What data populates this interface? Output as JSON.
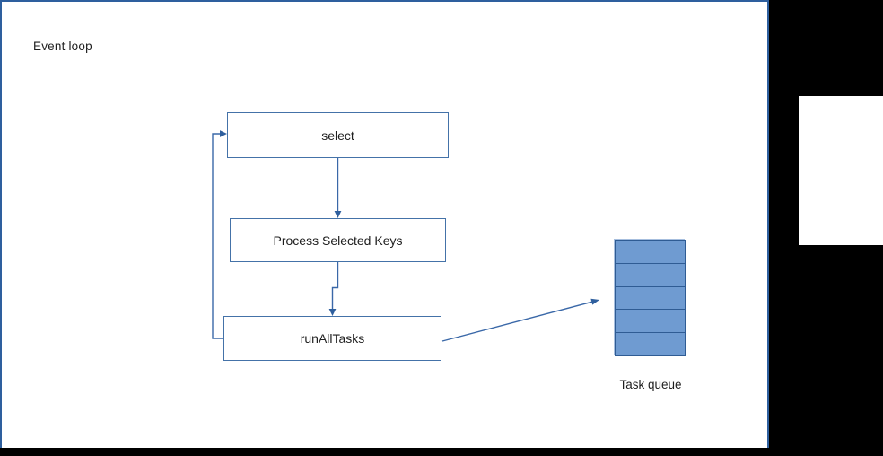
{
  "diagram": {
    "title": "Event loop",
    "nodes": [
      {
        "id": "select",
        "label": "select"
      },
      {
        "id": "process-selected-keys",
        "label": "Process Selected Keys"
      },
      {
        "id": "run-all-tasks",
        "label": "runAllTasks"
      }
    ],
    "task_queue": {
      "label": "Task queue",
      "cell_count": 5
    }
  },
  "colors": {
    "backdrop": "#000000",
    "page_background": "#ffffff",
    "accent_blue": "#2e5f9e",
    "box_border_blue": "#4472a8",
    "connector_blue": "#3a68a8",
    "queue_fill_blue": "#6f9bd1",
    "queue_border_blue": "#2f5c94"
  }
}
